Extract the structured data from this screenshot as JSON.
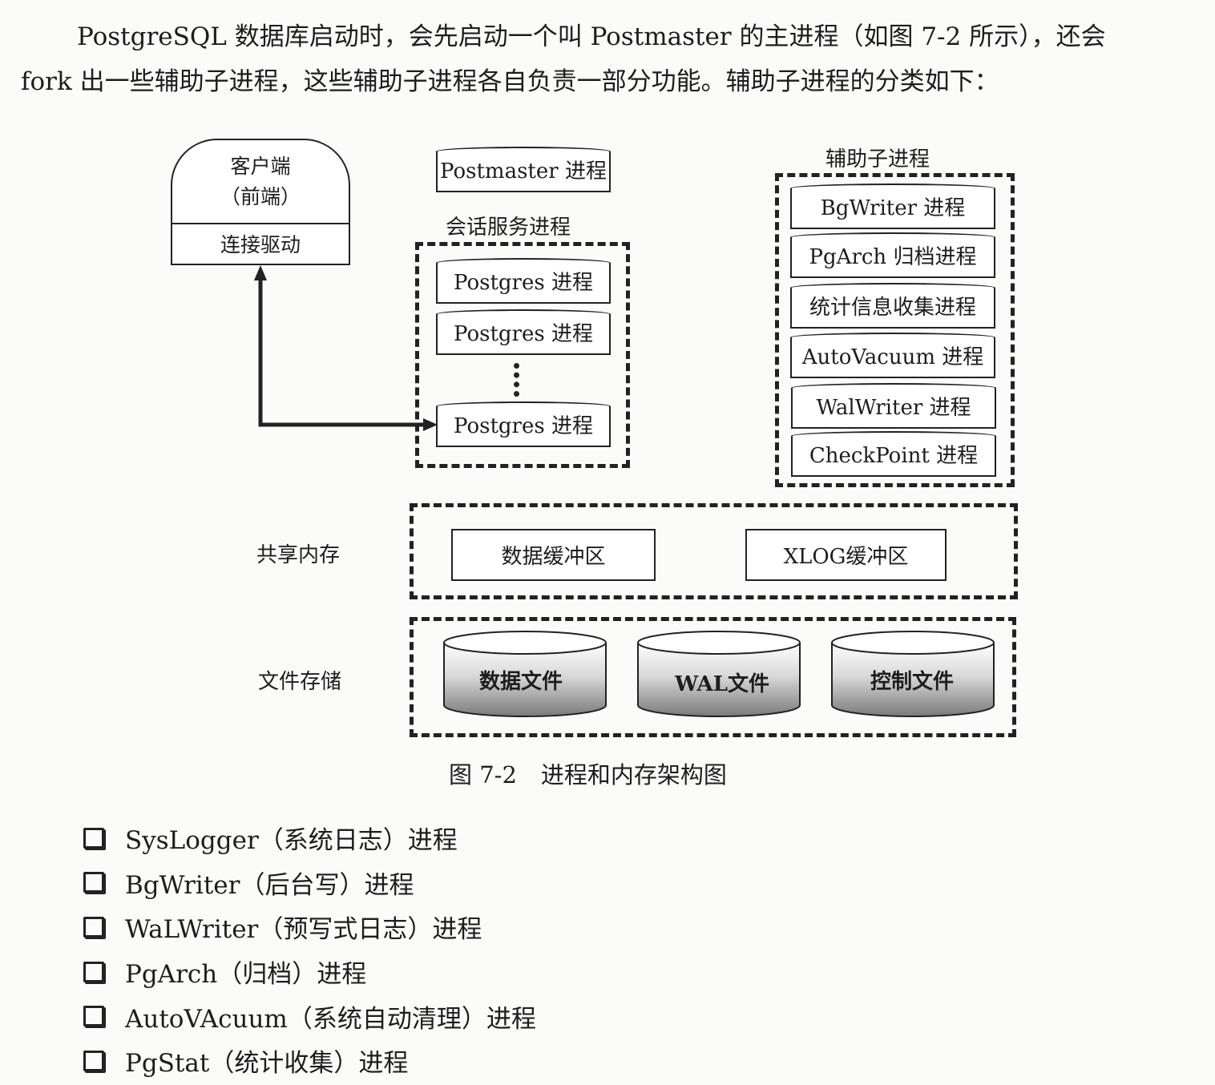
{
  "paragraph": {
    "line1": "PostgreSQL 数据库启动时，会先启动一个叫 Postmaster 的主进程（如图 7-2 所示），还会",
    "line2": "fork 出一些辅助子进程，这些辅助子进程各自负责一部分功能。辅助子进程的分类如下："
  },
  "diagram": {
    "client": {
      "line1": "客户端",
      "line2": "（前端）",
      "driver": "连接驱动"
    },
    "postmaster": "Postmaster 进程",
    "session": {
      "title": "会话服务进程",
      "processes": [
        "Postgres 进程",
        "Postgres 进程",
        "Postgres 进程"
      ]
    },
    "aux": {
      "title": "辅助子进程",
      "processes": [
        "BgWriter 进程",
        "PgArch 归档进程",
        "统计信息收集进程",
        "AutoVacuum 进程",
        "WalWriter 进程",
        "CheckPoint 进程"
      ]
    },
    "shared_memory": {
      "label": "共享内存",
      "buffers": [
        "数据缓冲区",
        "XLOG缓冲区"
      ]
    },
    "file_storage": {
      "label": "文件存储",
      "files": [
        "数据文件",
        "WAL文件",
        "控制文件"
      ]
    }
  },
  "caption": {
    "number": "图 7-2",
    "text": "进程和内存架构图"
  },
  "list": [
    "SysLogger（系统日志）进程",
    "BgWriter（后台写）进程",
    "WaLWriter（预写式日志）进程",
    "PgArch（归档）进程",
    "AutoVAcuum（系统自动清理）进程",
    "PgStat（统计收集）进程"
  ]
}
